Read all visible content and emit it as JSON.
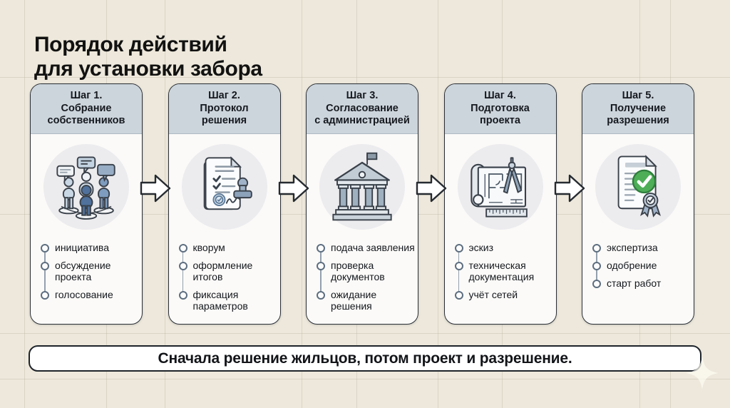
{
  "title": "Порядок действий\nдля установки забора",
  "steps": [
    {
      "header": "Шаг 1.\nСобрание\nсобственников",
      "icon": "people-discussion-icon",
      "items": [
        "инициатива",
        "обсуждение проекта",
        "голосование"
      ]
    },
    {
      "header": "Шаг 2.\nПротокол\nрешения",
      "icon": "protocol-document-stamp-icon",
      "items": [
        "кворум",
        "оформление итогов",
        "фиксация параметров"
      ]
    },
    {
      "header": "Шаг 3.\nСогласование\nс администрацией",
      "icon": "administration-building-icon",
      "items": [
        "подача заявления",
        "проверка документов",
        "ожидание решения"
      ]
    },
    {
      "header": "Шаг 4.\nПодготовка\nпроекта",
      "icon": "blueprint-compass-icon",
      "items": [
        "эскиз",
        "техническая документация",
        "учёт сетей"
      ]
    },
    {
      "header": "Шаг 5.\nПолучение\nразрешения",
      "icon": "approved-certificate-icon",
      "items": [
        "экспертиза",
        "одобрение",
        "старт работ"
      ]
    }
  ],
  "footer": "Сначала решение жильцов, потом проект и разрешение.",
  "colors": {
    "background": "#EDE8DB",
    "card_background": "#FBFAF8",
    "card_border": "#2A2F36",
    "header_band": "#CDD5DC",
    "text": "#14181D",
    "bullet_ring": "#5D6E80",
    "icon_circle": "#ECEBEE",
    "icon_blue_light": "#C9D7E5",
    "icon_blue_mid": "#8FA3BC",
    "icon_blue_dark": "#4F719C",
    "approve_green": "#4DAE57"
  }
}
